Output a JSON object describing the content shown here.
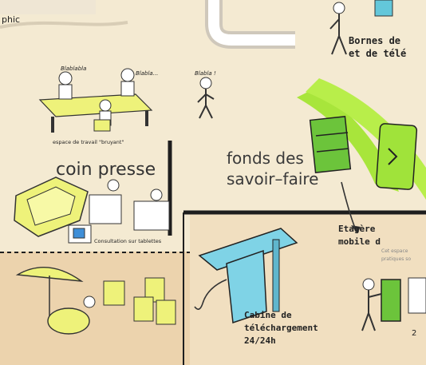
{
  "colors": {
    "floor": "#f4ead2",
    "floor_lower": "#ecd3ad",
    "floor_border": "#c9b17f",
    "furniture_yellow": "#eef27a",
    "lime_band": "#a8e53b",
    "green_shelf": "#6cc43b",
    "blue_cabin": "#7fd3e6",
    "wall": "#1e1e1e"
  },
  "labels": {
    "top_left_text": "phic",
    "bornes_line1": "Bornes de",
    "bornes_line2": "et de télé",
    "espace_travail": "espace de travail \"bruyant\"",
    "blablabla_1": "Blablabla",
    "blablabla_2": "Blabla...",
    "blabla_3": "Blabla !",
    "coin_presse": "coin presse",
    "consultation_tablettes": "Consultation sur tablettes",
    "fonds_line1": "fonds des",
    "fonds_line2": "savoir–faire",
    "etagere_line1": "Etagère",
    "etagere_line2": "mobile d",
    "etagere_small1": "Cet espace",
    "etagere_small2": "pratiques so",
    "cabine_line1": "Cabine de",
    "cabine_line2": "téléchargement",
    "cabine_line3": "24/24h",
    "page_number": "2"
  },
  "icons": {
    "shelf": "bookshelf-icon",
    "tablet": "tablet-icon",
    "umbrella": "umbrella-icon",
    "cabin": "download-booth-icon"
  }
}
